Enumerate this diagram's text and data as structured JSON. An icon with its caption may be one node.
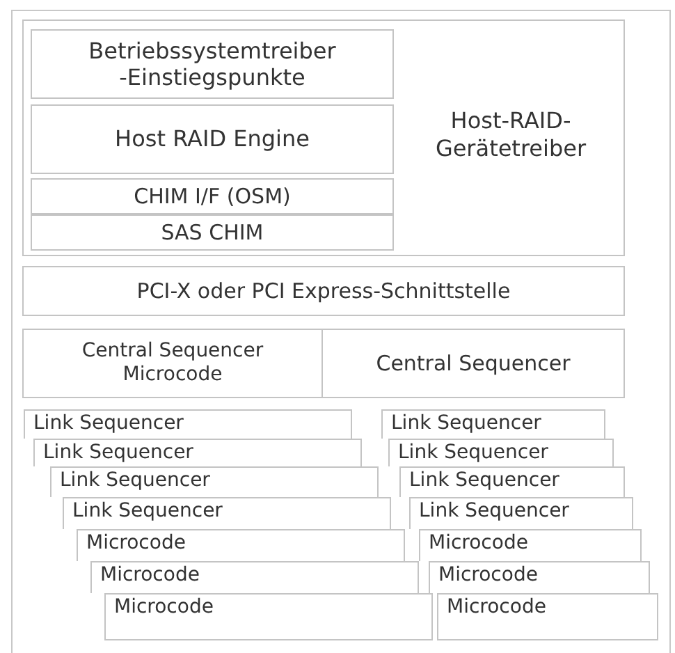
{
  "diagram": {
    "nodes": [
      {
        "text": [
          "Host-RAID-Gerätetreiber"
        ]
      },
      {
        "text": [
          "Betriebssystemtreiber -Einstiegspunkte"
        ],
        "in": 0
      },
      {
        "text": [
          "Host RAID Engine"
        ],
        "in": 0
      },
      {
        "text": [
          "CHIM I/F (OSM)"
        ],
        "in": 0
      },
      {
        "text": [
          "SAS CHIM"
        ],
        "in": 0
      },
      {
        "text": [
          "PCI-X oder PCI Express-Schnittstelle"
        ]
      },
      {
        "text": [
          "Central Sequencer Microcode"
        ]
      },
      {
        "text": [
          "Central Sequencer"
        ]
      },
      {
        "text": [
          "Link Sequencer"
        ]
      },
      {
        "text": [
          "Link Sequencer"
        ]
      },
      {
        "text": [
          "Link Sequencer"
        ]
      },
      {
        "text": [
          "Link Sequencer"
        ]
      },
      {
        "text": [
          "Microcode"
        ]
      },
      {
        "text": [
          "Microcode"
        ]
      },
      {
        "text": [
          "Microcode"
        ]
      },
      {
        "text": [
          "Link Sequencer"
        ]
      },
      {
        "text": [
          "Link Sequencer"
        ]
      },
      {
        "text": [
          "Link Sequencer"
        ]
      },
      {
        "text": [
          "Link Sequencer"
        ]
      },
      {
        "text": [
          "Microcode"
        ]
      },
      {
        "text": [
          "Microcode"
        ]
      },
      {
        "text": [
          "Microcode"
        ]
      }
    ]
  }
}
